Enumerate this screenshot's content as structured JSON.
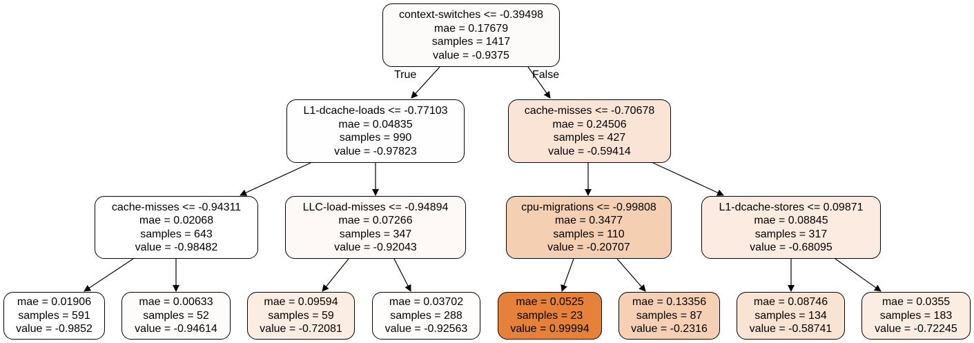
{
  "tree": {
    "edge_labels": {
      "true_label": "True",
      "false_label": "False"
    },
    "nodes": [
      {
        "id": "n0",
        "fill": "#fdfbf9",
        "lines": [
          "context-switches <= -0.39498",
          "mae = 0.17679",
          "samples = 1417",
          "value = -0.9375"
        ]
      },
      {
        "id": "n1",
        "fill": "#fefefe",
        "lines": [
          "L1-dcache-loads <= -0.77103",
          "mae = 0.04835",
          "samples = 990",
          "value = -0.97823"
        ]
      },
      {
        "id": "n2",
        "fill": "#f9e4d6",
        "lines": [
          "cache-misses <= -0.70678",
          "mae = 0.24506",
          "samples = 427",
          "value = -0.59414"
        ]
      },
      {
        "id": "n3",
        "fill": "#ffffff",
        "lines": [
          "cache-misses <= -0.94311",
          "mae = 0.02068",
          "samples = 643",
          "value = -0.98482"
        ]
      },
      {
        "id": "n4",
        "fill": "#fef9f6",
        "lines": [
          "LLC-load-misses <= -0.94894",
          "mae = 0.07266",
          "samples = 347",
          "value = -0.92043"
        ]
      },
      {
        "id": "n5",
        "fill": "#f5cfb2",
        "lines": [
          "cpu-migrations <= -0.99808",
          "mae = 0.3477",
          "samples = 110",
          "value = -0.20707"
        ]
      },
      {
        "id": "n6",
        "fill": "#fbebe0",
        "lines": [
          "L1-dcache-stores <= 0.09871",
          "mae = 0.08845",
          "samples = 317",
          "value = -0.68095"
        ]
      },
      {
        "id": "n7",
        "fill": "#ffffff",
        "lines": [
          "mae = 0.01906",
          "samples = 591",
          "value = -0.9852"
        ]
      },
      {
        "id": "n8",
        "fill": "#fefcfb",
        "lines": [
          "mae = 0.00633",
          "samples = 52",
          "value = -0.94614"
        ]
      },
      {
        "id": "n9",
        "fill": "#fcede3",
        "lines": [
          "mae = 0.09594",
          "samples = 59",
          "value = -0.72081"
        ]
      },
      {
        "id": "n10",
        "fill": "#fefdfc",
        "lines": [
          "mae = 0.03702",
          "samples = 288",
          "value = -0.92563"
        ]
      },
      {
        "id": "n11",
        "fill": "#e58139",
        "lines": [
          "mae = 0.0525",
          "samples = 23",
          "value = 0.99994"
        ]
      },
      {
        "id": "n12",
        "fill": "#f5d0b4",
        "lines": [
          "mae = 0.13356",
          "samples = 87",
          "value = -0.2316"
        ]
      },
      {
        "id": "n13",
        "fill": "#f9e3d3",
        "lines": [
          "mae = 0.08746",
          "samples = 134",
          "value = -0.58741"
        ]
      },
      {
        "id": "n14",
        "fill": "#fcede3",
        "lines": [
          "mae = 0.0355",
          "samples = 183",
          "value = -0.72245"
        ]
      }
    ]
  }
}
